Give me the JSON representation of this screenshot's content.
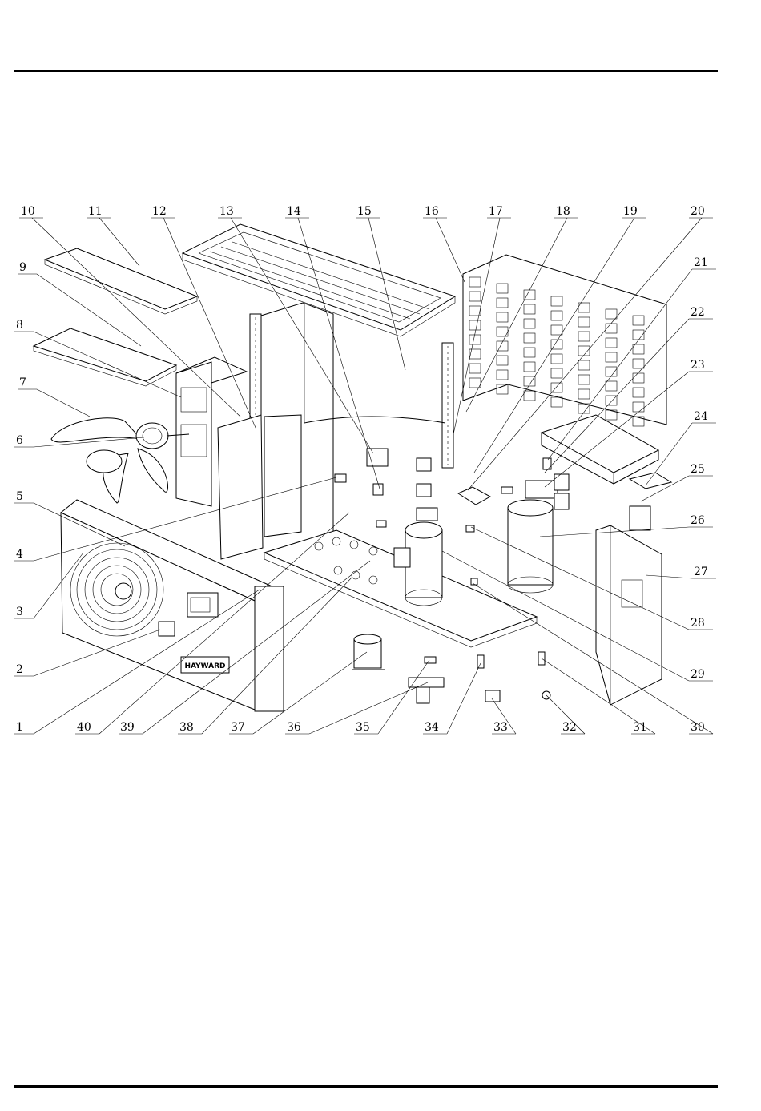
{
  "callouts": {
    "top": [
      "10",
      "11",
      "12",
      "13",
      "14",
      "15",
      "16",
      "17",
      "18",
      "19",
      "20"
    ],
    "left": [
      "9",
      "8",
      "7",
      "6",
      "5",
      "4",
      "3",
      "2"
    ],
    "right": [
      "21",
      "22",
      "23",
      "24",
      "25",
      "26",
      "27",
      "28",
      "29"
    ],
    "bottom": [
      "1",
      "40",
      "39",
      "38",
      "37",
      "36",
      "35",
      "34",
      "33",
      "32",
      "31",
      "30"
    ]
  },
  "brand_plate": "HAYWARD"
}
